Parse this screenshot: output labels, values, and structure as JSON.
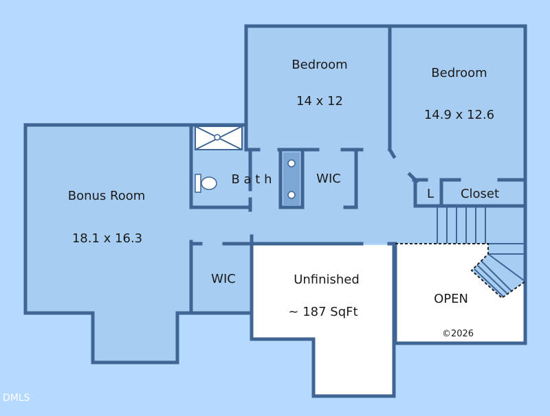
{
  "plan": {
    "rooms": {
      "bedroom1": {
        "name": "Bedroom",
        "size": "14 x 12"
      },
      "bedroom2": {
        "name": "Bedroom",
        "size": "14.9 x 12.6"
      },
      "bonus": {
        "name": "Bonus Room",
        "size": "18.1 x 16.3"
      },
      "bath": {
        "name": "B a t h"
      },
      "wic_upper": {
        "name": "WIC"
      },
      "wic_lower": {
        "name": "WIC"
      },
      "linen": {
        "name": "L"
      },
      "closet": {
        "name": "Closet"
      },
      "unfinished": {
        "name": "Unfinished",
        "size": "~ 187 SqFt"
      },
      "open": {
        "name": "OPEN"
      }
    },
    "copyright": "©2026",
    "watermark": "DMLS"
  },
  "colors": {
    "background": "#b6daff",
    "room_fill": "#a8cdf2",
    "wall": "#3f6594",
    "unfinished_fill": "#ffffff"
  }
}
